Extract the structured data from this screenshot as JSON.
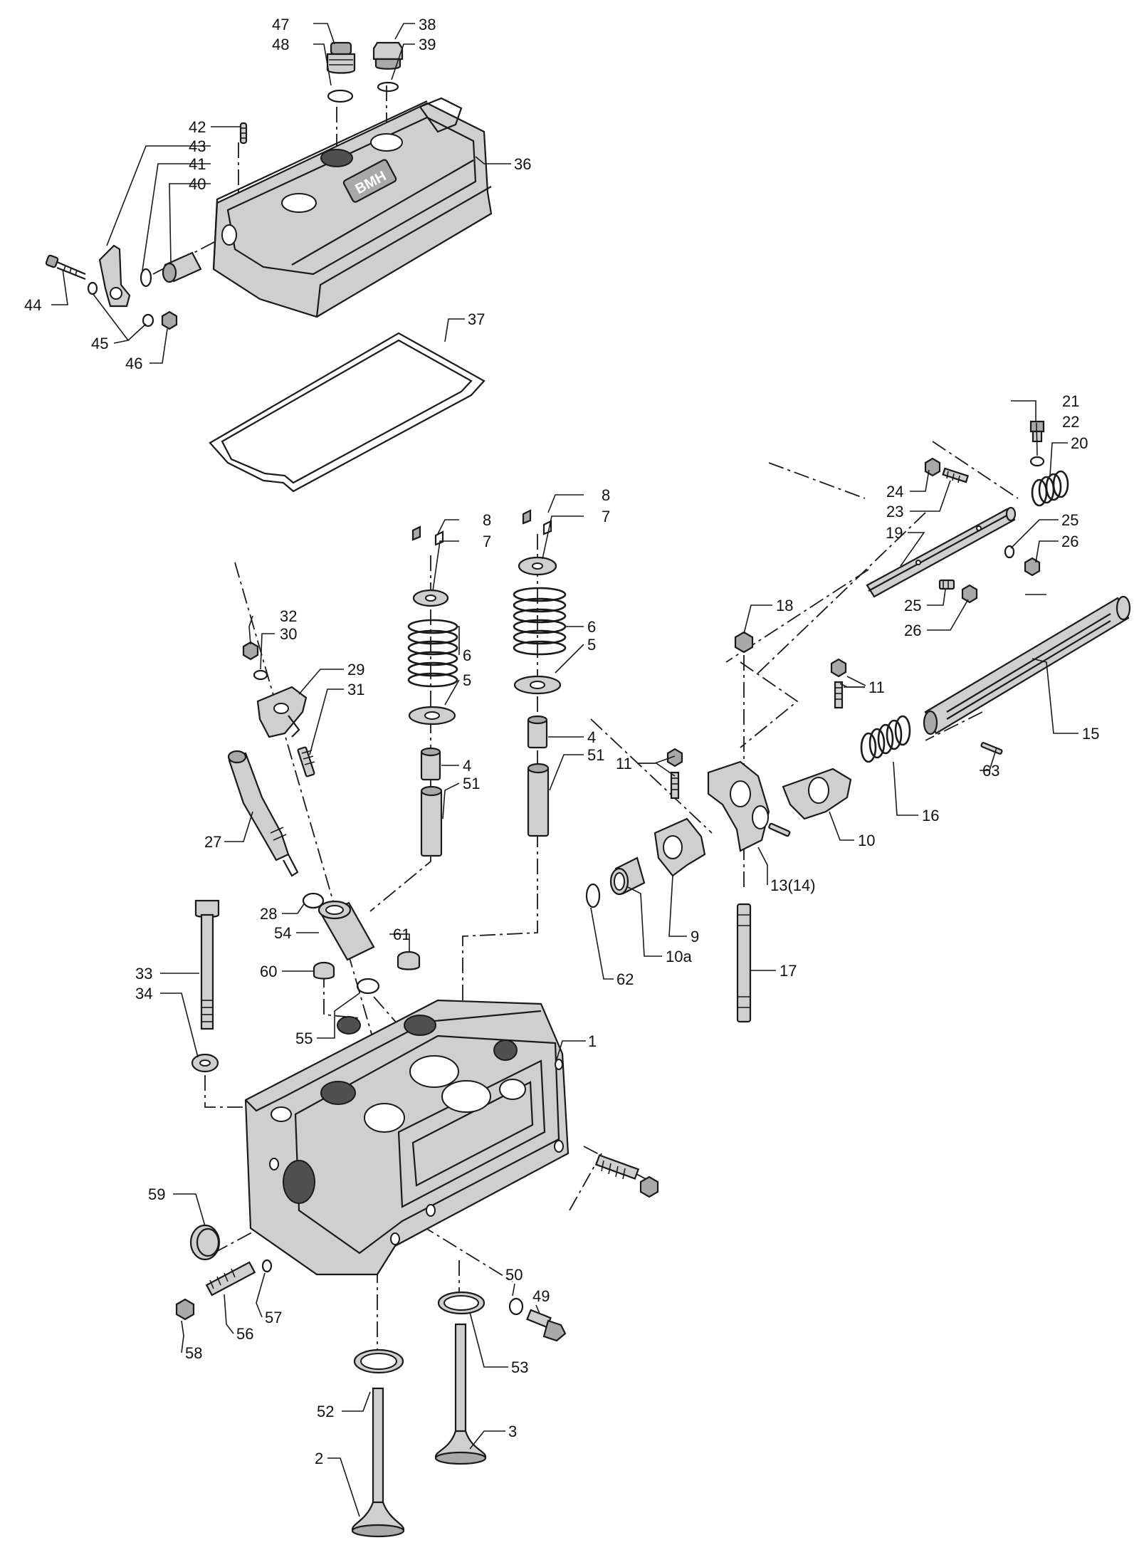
{
  "callouts": [
    {
      "id": "c47",
      "text": "47"
    },
    {
      "id": "c48",
      "text": "48"
    },
    {
      "id": "c38",
      "text": "38"
    },
    {
      "id": "c39",
      "text": "39"
    },
    {
      "id": "c42",
      "text": "42"
    },
    {
      "id": "c43",
      "text": "43"
    },
    {
      "id": "c41",
      "text": "41"
    },
    {
      "id": "c40",
      "text": "40"
    },
    {
      "id": "c36",
      "text": "36"
    },
    {
      "id": "c44",
      "text": "44"
    },
    {
      "id": "c45",
      "text": "45"
    },
    {
      "id": "c46",
      "text": "46"
    },
    {
      "id": "c37",
      "text": "37"
    },
    {
      "id": "c21",
      "text": "21"
    },
    {
      "id": "c22",
      "text": "22"
    },
    {
      "id": "c20",
      "text": "20"
    },
    {
      "id": "c24",
      "text": "24"
    },
    {
      "id": "c23",
      "text": "23"
    },
    {
      "id": "c25a",
      "text": "25"
    },
    {
      "id": "c26a",
      "text": "26"
    },
    {
      "id": "c19",
      "text": "19"
    },
    {
      "id": "c25b",
      "text": "25"
    },
    {
      "id": "c26b",
      "text": "26"
    },
    {
      "id": "c8a",
      "text": "8"
    },
    {
      "id": "c7a",
      "text": "7"
    },
    {
      "id": "c8b",
      "text": "8"
    },
    {
      "id": "c7b",
      "text": "7"
    },
    {
      "id": "c6a",
      "text": "6"
    },
    {
      "id": "c6b",
      "text": "6"
    },
    {
      "id": "c5a",
      "text": "5"
    },
    {
      "id": "c5b",
      "text": "5"
    },
    {
      "id": "c4a",
      "text": "4"
    },
    {
      "id": "c4b",
      "text": "4"
    },
    {
      "id": "c51a",
      "text": "51"
    },
    {
      "id": "c51b",
      "text": "51"
    },
    {
      "id": "c18",
      "text": "18"
    },
    {
      "id": "c15",
      "text": "15"
    },
    {
      "id": "c11a",
      "text": "11"
    },
    {
      "id": "c11b",
      "text": "11"
    },
    {
      "id": "c63",
      "text": "63"
    },
    {
      "id": "c16",
      "text": "16"
    },
    {
      "id": "c10",
      "text": "10"
    },
    {
      "id": "c13",
      "text": "13(14)"
    },
    {
      "id": "c9",
      "text": "9"
    },
    {
      "id": "c10a",
      "text": "10a"
    },
    {
      "id": "c62",
      "text": "62"
    },
    {
      "id": "c17",
      "text": "17"
    },
    {
      "id": "c32",
      "text": "32"
    },
    {
      "id": "c30",
      "text": "30"
    },
    {
      "id": "c29",
      "text": "29"
    },
    {
      "id": "c31",
      "text": "31"
    },
    {
      "id": "c27",
      "text": "27"
    },
    {
      "id": "c28",
      "text": "28"
    },
    {
      "id": "c54",
      "text": "54"
    },
    {
      "id": "c61",
      "text": "61"
    },
    {
      "id": "c60",
      "text": "60"
    },
    {
      "id": "c55",
      "text": "55"
    },
    {
      "id": "c33",
      "text": "33"
    },
    {
      "id": "c34",
      "text": "34"
    },
    {
      "id": "c1",
      "text": "1"
    },
    {
      "id": "c59",
      "text": "59"
    },
    {
      "id": "c50",
      "text": "50"
    },
    {
      "id": "c49",
      "text": "49"
    },
    {
      "id": "c57",
      "text": "57"
    },
    {
      "id": "c56",
      "text": "56"
    },
    {
      "id": "c58",
      "text": "58"
    },
    {
      "id": "c53",
      "text": "53"
    },
    {
      "id": "c52",
      "text": "52"
    },
    {
      "id": "c3",
      "text": "3"
    },
    {
      "id": "c2",
      "text": "2"
    }
  ],
  "cover_logo": "BMH"
}
